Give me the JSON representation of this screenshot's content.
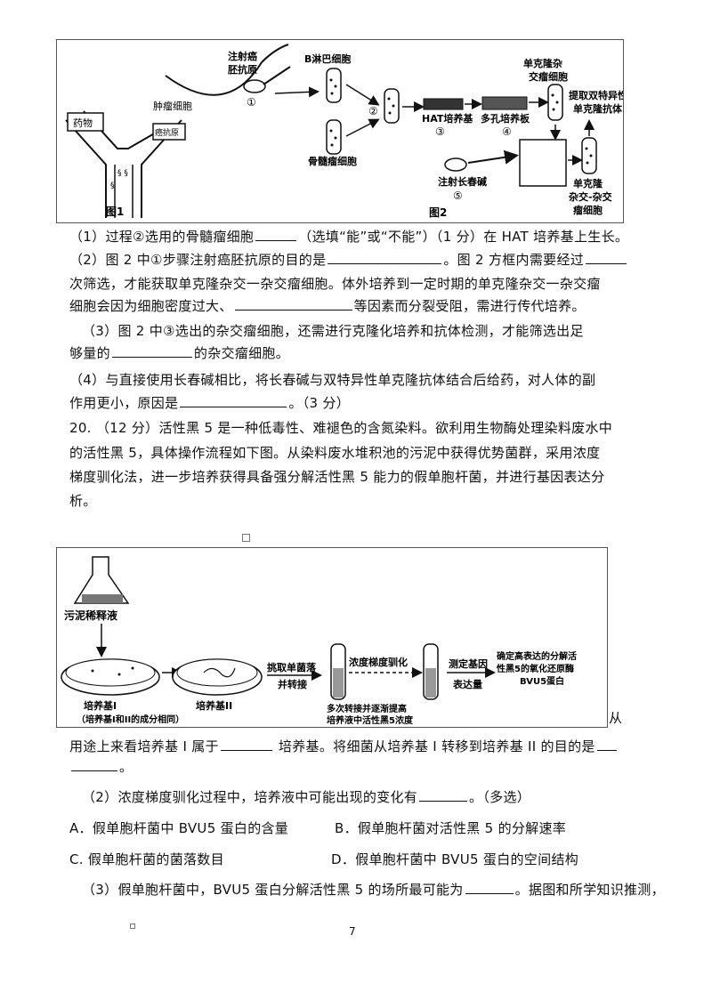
{
  "fig1": {
    "drug_label": "药物",
    "tumor_cell_label": "肿瘤细胞",
    "antigen_label": "癌抗原",
    "caption": "图1"
  },
  "fig2": {
    "inject_label_1": "注射癌",
    "inject_label_2": "胚抗原",
    "circle1": "①",
    "b_cell": "B淋巴细胞",
    "myeloma_cell": "骨髓瘤细胞",
    "circle2": "②",
    "hat": "HAT培养基",
    "circle3": "③",
    "plate": "多孔培养板",
    "circle4": "④",
    "mono_hybrid_1": "单克隆杂",
    "mono_hybrid_2": "交瘤细胞",
    "extract_1": "提取双特异性",
    "extract_2": "单克隆抗体",
    "vinc": "注射长春碱",
    "circle5": "⑤",
    "hh_1": "单克隆",
    "hh_2": "杂交-杂交",
    "hh_3": "瘤细胞",
    "caption": "图2"
  },
  "q19": {
    "l1a": "（1）过程②选用的骨髓瘤细胞",
    "l1b": "（选填“能”或“不能”）（1 分）在 HAT 培养基上生长。",
    "l2a": "（2）图 2 中①步骤注射癌胚抗原的目的是",
    "l2b": "。图 2 方框内需要经过",
    "l3": "次筛选，才能获取单克隆杂交一杂交瘤细胞。体外培养到一定时期的单克隆杂交一杂交瘤",
    "l4a": "细胞会因为细胞密度过大、",
    "l4b": "等因素而分裂受阻，需进行传代培养。",
    "l5": "（3）图 2 中③选出的杂交瘤细胞，还需进行克隆化培养和抗体检测，才能筛选出足",
    "l6a": "够量的",
    "l6b": "的杂交瘤细胞。",
    "l7": "（4）与直接使用长春碱相比，将长春碱与双特异性单克隆抗体结合后给药，对人体的副",
    "l8a": "作用更小，原因是",
    "l8b": "。（3 分）"
  },
  "q20": {
    "l1": "20.  （12 分）活性黑 5 是一种低毒性、难褪色的含氮染料。欲利用生物酶处理染料废水中",
    "l2": "的活性黑 5，具体操作流程如下图。从染料废水堆积池的污泥中获得优势菌群，采用浓度",
    "l3": "梯度驯化法，进一步培养获得具备强分解活性黑 5 能力的假单胞杆菌，并进行基因表达分",
    "l4": "析。",
    "fig": {
      "sludge": "污泥稀释液",
      "medium1": "培养基I",
      "medium_note": "（培养基I和II的成分相同）",
      "medium2": "培养基II",
      "pick_1": "挑取单菌落",
      "pick_2": "并转接",
      "gradient": "浓度梯度驯化",
      "transfer_1": "多次转接并逐渐提高",
      "transfer_2": "培养液中活性黑5浓度",
      "measure_1": "测定基因",
      "measure_2": "表达量",
      "confirm_1": "确定高表达的分解活",
      "confirm_2": "性黑5的氧化还原酶",
      "confirm_3": "BVU5蛋白"
    },
    "cong": "从",
    "s1a": "用途上来看培养基 I 属于",
    "s1b": " 培养基。将细菌从培养基 I 转移到培养基 II 的目的是",
    "s1c": "。",
    "s2a": "（2）浓度梯度驯化过程中，培养液中可能出现的变化有",
    "s2b": "。（多选）",
    "optA": "A．假单胞杆菌中 BVU5 蛋白的含量",
    "optB": "B．假单胞杆菌对活性黑 5 的分解速率",
    "optC": "C. 假单胞杆菌的菌落数目",
    "optD": "D．假单胞杆菌中 BVU5 蛋白的空间结构",
    "s3a": "（3）假单胞杆菌中，BVU5 蛋白分解活性黑 5 的场所最可能为",
    "s3b": "。据图和所学知识推测，"
  },
  "page_number": "7"
}
